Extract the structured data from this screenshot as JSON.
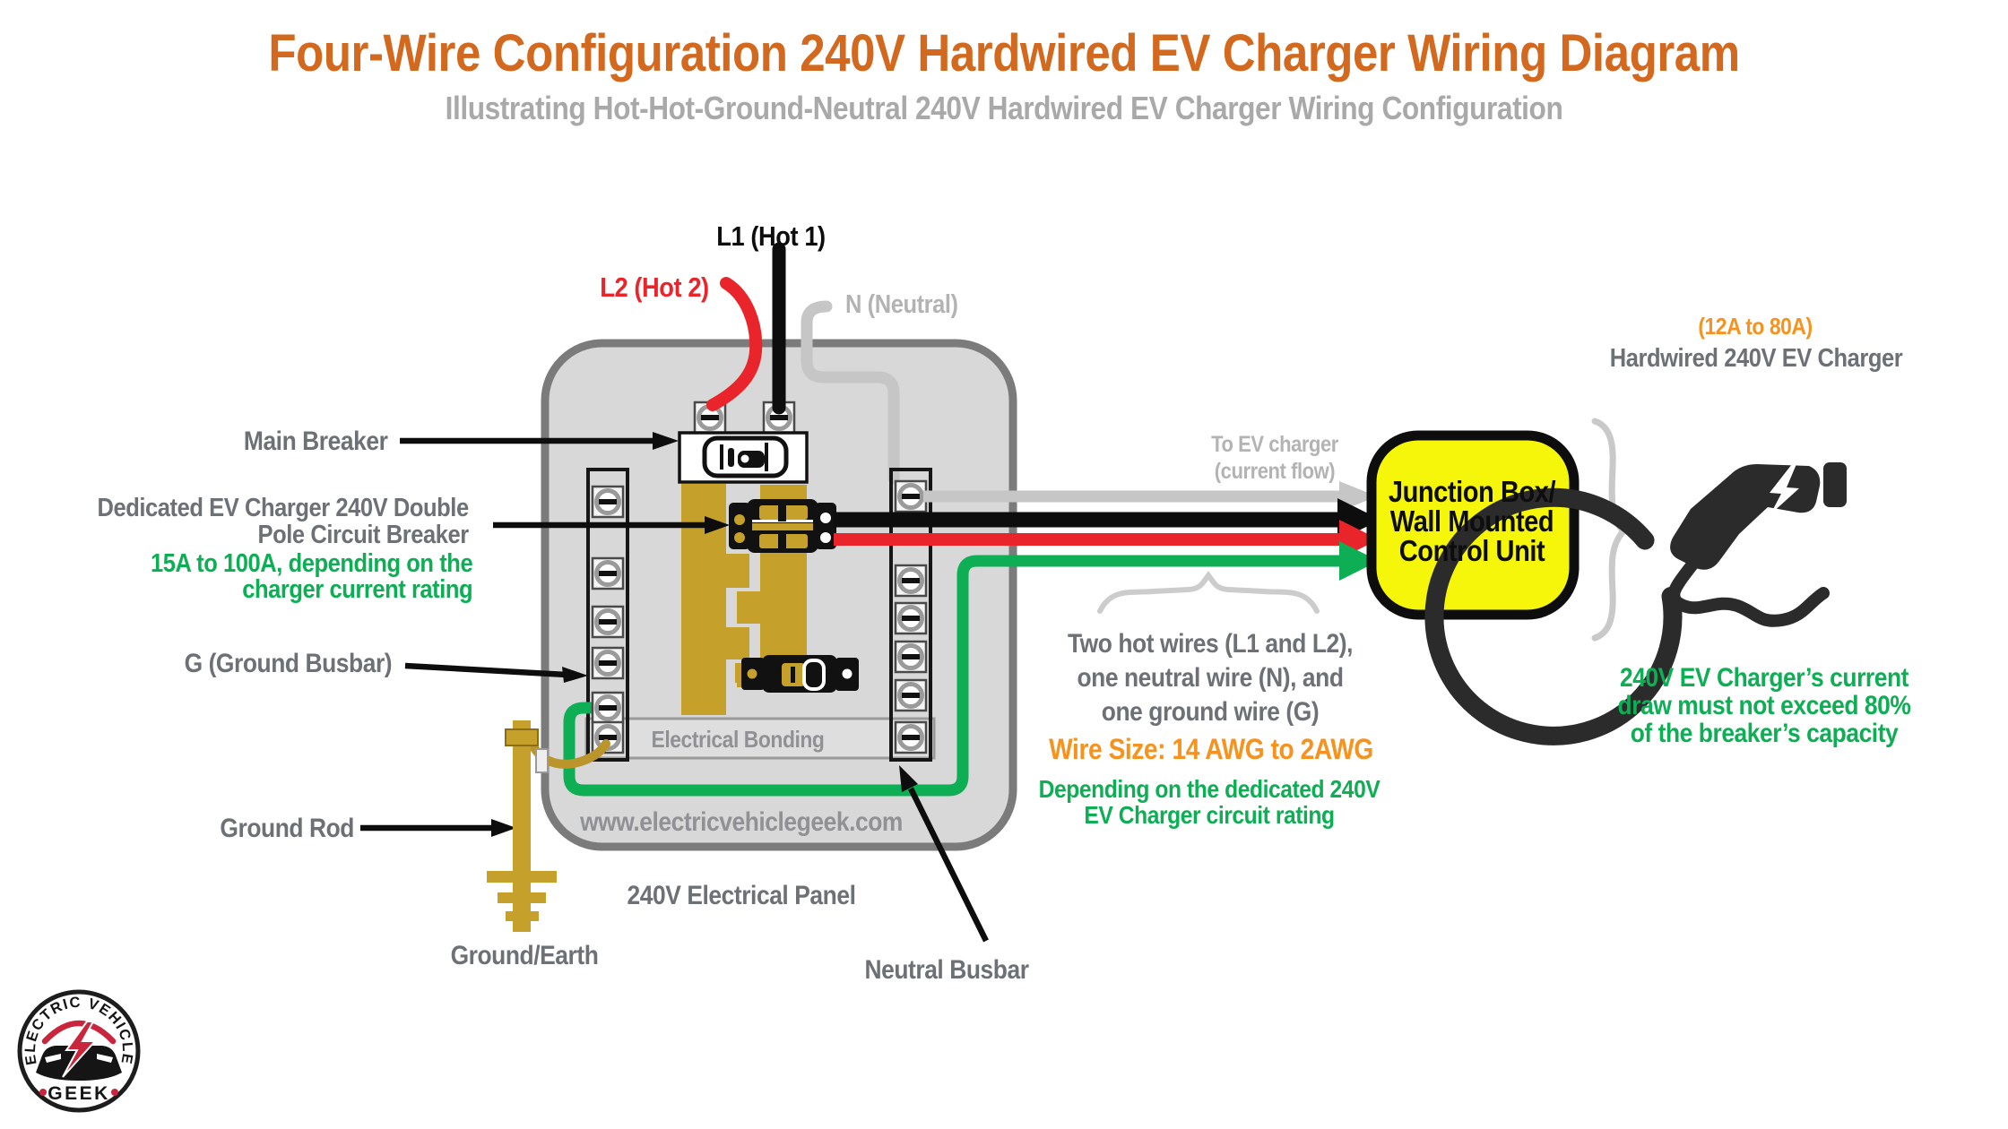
{
  "header": {
    "title": "Four-Wire Configuration 240V Hardwired EV Charger Wiring Diagram",
    "subtitle": "Illustrating Hot-Hot-Ground-Neutral 240V Hardwired EV Charger Wiring Configuration"
  },
  "wire_labels": {
    "l1": "L1 (Hot 1)",
    "l2": "L2 (Hot 2)",
    "neutral": "N (Neutral)"
  },
  "panel": {
    "main_breaker": "Main Breaker",
    "dedicated_breaker": [
      "Dedicated EV Charger 240V Double",
      "Pole Circuit Breaker"
    ],
    "breaker_rating": [
      "15A to 100A, depending on the",
      "charger current rating"
    ],
    "ground_busbar": "G (Ground Busbar)",
    "electrical_bonding": "Electrical Bonding",
    "website": "www.electricvehiclegeek.com",
    "name": "240V Electrical Panel",
    "neutral_busbar": "Neutral Busbar",
    "ground_rod": "Ground Rod",
    "ground_earth": "Ground/Earth"
  },
  "run": {
    "to_ev_charger": [
      "To EV charger",
      "(current flow)"
    ],
    "wires_description": [
      "Two hot wires (L1 and L2),",
      "one neutral wire (N), and",
      "one ground wire (G)"
    ],
    "wire_size": "Wire Size: 14 AWG to 2AWG",
    "wire_size_note": [
      "Depending on the dedicated 240V",
      "EV Charger circuit rating"
    ]
  },
  "junction_box": {
    "label": [
      "Junction Box/",
      "Wall Mounted",
      "Control Unit"
    ]
  },
  "ev_charger": {
    "rating": "(12A to 80A)",
    "name": "Hardwired 240V EV Charger",
    "note": [
      "240V EV Charger’s current",
      "draw must not exceed 80%",
      "of the breaker’s capacity"
    ]
  },
  "logo": {
    "arc_text": "ELECTRIC VEHICLE",
    "bottom_text": "GEEK"
  },
  "colors": {
    "title_orange": "#d2691e",
    "accent_orange": "#f6921e",
    "label_gray": "#6d7176",
    "muted_gray": "#a9a9a9",
    "light_gray": "#b3b3b3",
    "green": "#0eae55",
    "red": "#e9242a",
    "wire_black": "#0d0d0d",
    "neutral_wire": "#c6c6c6",
    "gold": "#c5a02a",
    "panel_fill": "#d8d8d8",
    "panel_border": "#7b7b7b",
    "junction_yellow": "#f6f60b",
    "logo_red": "#c8263c"
  }
}
